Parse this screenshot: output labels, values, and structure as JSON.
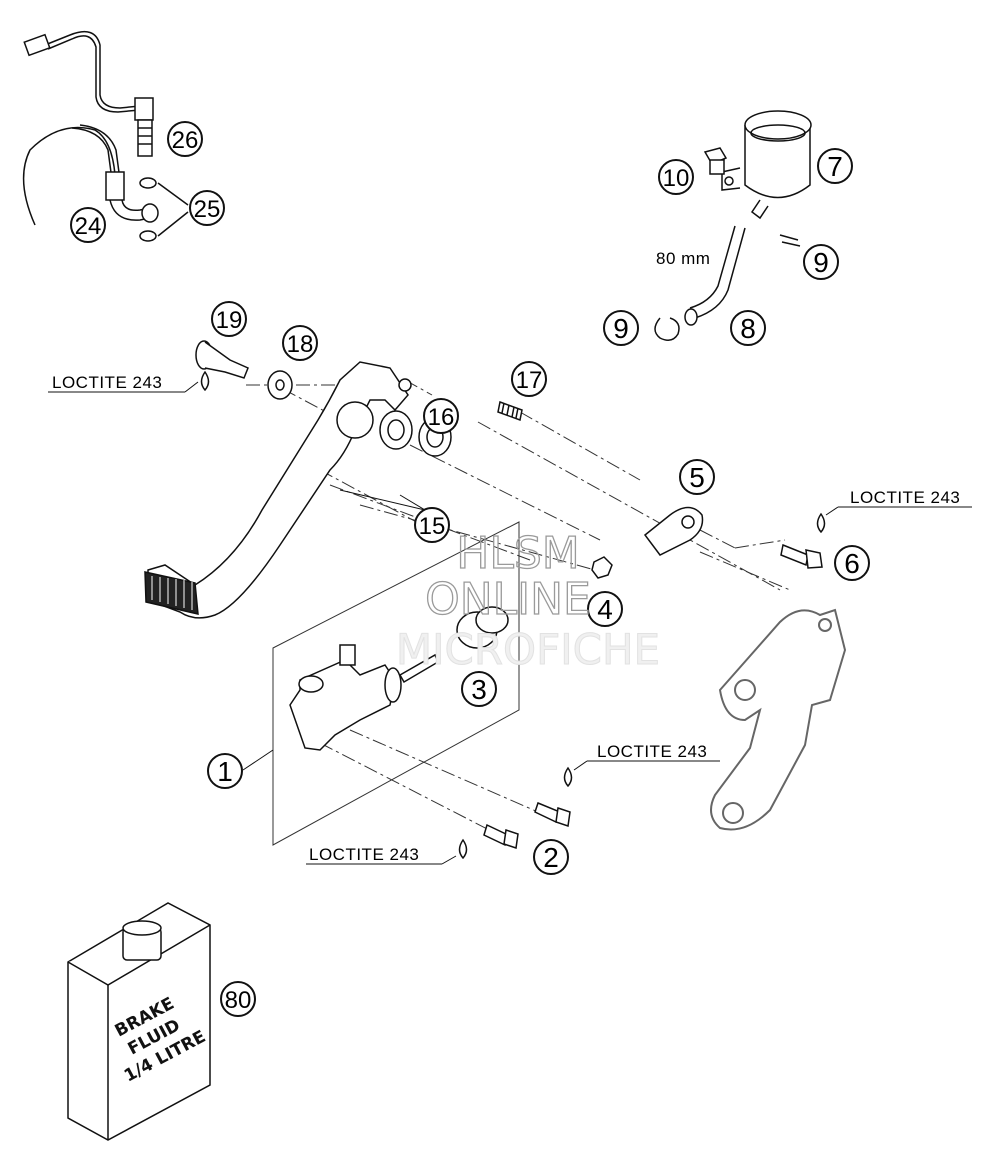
{
  "diagram": {
    "callouts": [
      "1",
      "2",
      "3",
      "4",
      "5",
      "6",
      "7",
      "8",
      "9",
      "9",
      "10",
      "15",
      "16",
      "17",
      "18",
      "19",
      "24",
      "25",
      "26",
      "80"
    ],
    "loctite_label": "LOCTITE 243",
    "hose_length": "80 mm",
    "fluid_can": {
      "line1": "BRAKE",
      "line2": "FLUID",
      "line3": "1/4 LITRE"
    }
  },
  "watermark": {
    "line1": "HLSM",
    "line2": "ONLINE",
    "line3": "MICROFICHE"
  }
}
